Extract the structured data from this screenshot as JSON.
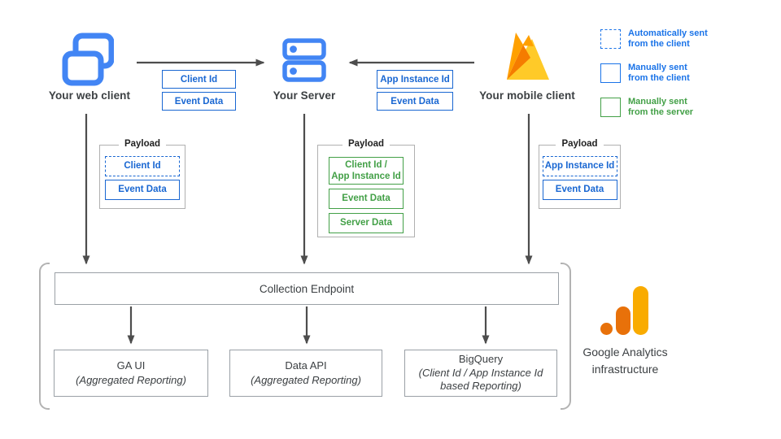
{
  "clients": {
    "web": {
      "label": "Your web client"
    },
    "server": {
      "label": "Your Server"
    },
    "mobile": {
      "label": "Your mobile client"
    }
  },
  "flow_boxes": {
    "web_to_server": [
      "Client Id",
      "Event Data"
    ],
    "mobile_to_server": [
      "App Instance Id",
      "Event Data"
    ]
  },
  "payloads": {
    "web": {
      "title": "Payload",
      "items": [
        {
          "label": "Client Id",
          "style": "dashed-blue"
        },
        {
          "label": "Event Data",
          "style": "solid-blue"
        }
      ]
    },
    "server": {
      "title": "Payload",
      "items": [
        {
          "label": "Client Id /\nApp Instance Id",
          "style": "solid-green"
        },
        {
          "label": "Event Data",
          "style": "solid-green"
        },
        {
          "label": "Server Data",
          "style": "solid-green"
        }
      ]
    },
    "mobile": {
      "title": "Payload",
      "items": [
        {
          "label": "App Instance Id",
          "style": "dashed-blue"
        },
        {
          "label": "Event Data",
          "style": "solid-blue"
        }
      ]
    }
  },
  "legend": {
    "items": [
      {
        "swatch": "dashed-blue",
        "label": "Automatically sent\nfrom the client"
      },
      {
        "swatch": "solid-blue",
        "label": "Manually sent\nfrom the client"
      },
      {
        "swatch": "solid-green",
        "label": "Manually sent\nfrom the server"
      }
    ]
  },
  "infrastructure": {
    "endpoint": "Collection Endpoint",
    "outputs": [
      {
        "title": "GA UI",
        "subtitle": "(Aggregated Reporting)"
      },
      {
        "title": "Data API",
        "subtitle": "(Aggregated Reporting)"
      },
      {
        "title": "BigQuery",
        "subtitle": "(Client Id / App Instance Id based Reporting)"
      }
    ],
    "brand_label": "Google Analytics\ninfrastructure"
  },
  "colors": {
    "box_blue": "#1967d2",
    "legend_blue": "#1a73e8",
    "green": "#43a047",
    "icon_blue": "#4285f4",
    "arrow_gray": "#4d4d4d",
    "border_gray": "#9aa0a6",
    "bracket_gray": "#b3b3b3",
    "firebase_amber": "#FFA000",
    "firebase_orange": "#F57C00",
    "firebase_yellow": "#FFCA28",
    "ga_dark_orange": "#E8710A",
    "ga_amber": "#F9AB00"
  }
}
